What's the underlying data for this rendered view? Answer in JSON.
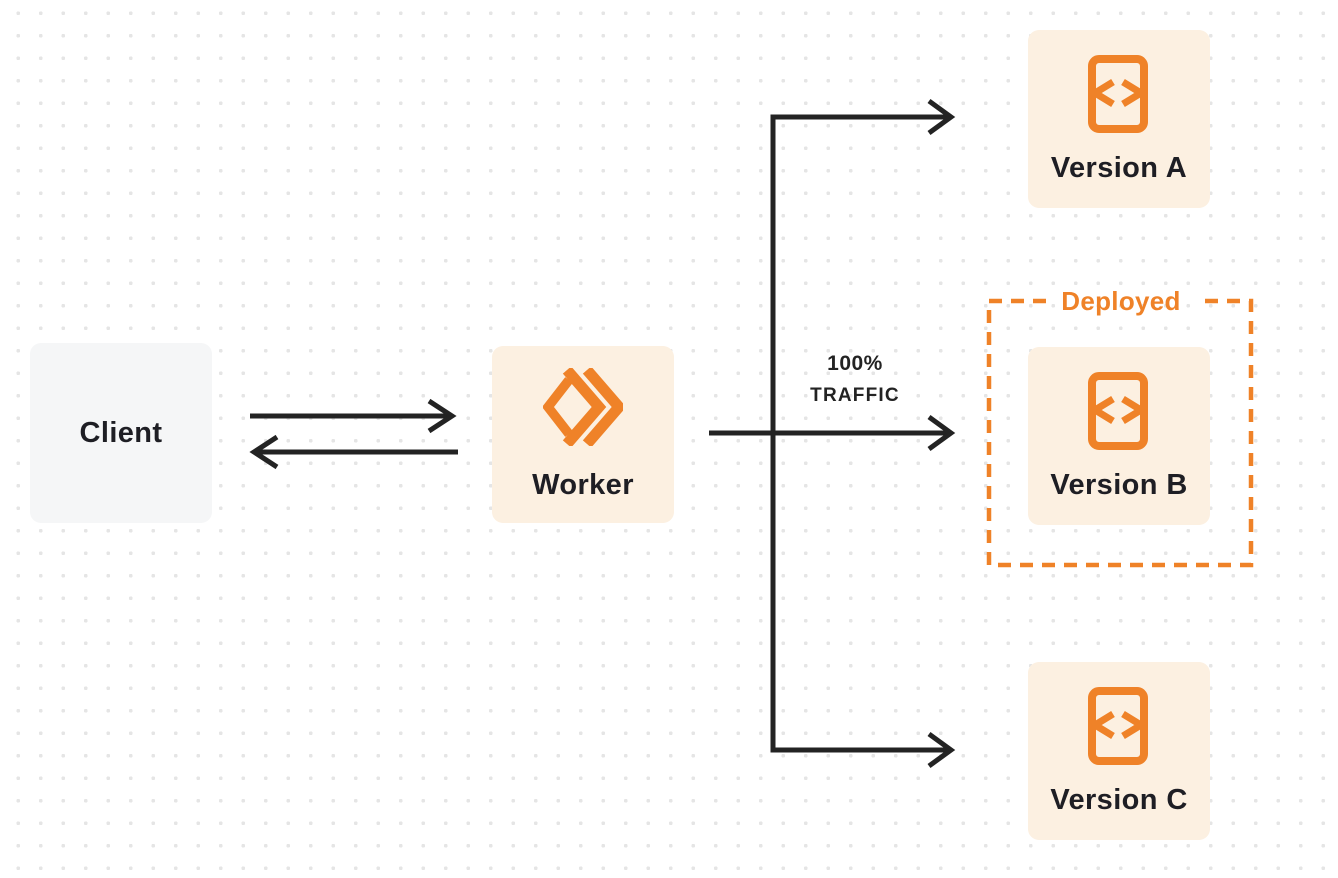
{
  "diagram": {
    "title_hint": "worker-version-traffic-routing",
    "client": {
      "label": "Client"
    },
    "worker": {
      "label": "Worker",
      "icon": "cloudflare-workers-icon"
    },
    "traffic_label": {
      "line1": "100%",
      "line2": "TRAFFIC"
    },
    "deployed_group": {
      "label": "Deployed",
      "contains": "Version B"
    },
    "versions": [
      {
        "label": "Version A",
        "icon": "code-file-icon"
      },
      {
        "label": "Version B",
        "icon": "code-file-icon",
        "deployed": true
      },
      {
        "label": "Version C",
        "icon": "code-file-icon"
      }
    ]
  },
  "colors": {
    "background": "#FFFFFF",
    "dot": "#E5E5E5",
    "ink": "#232323",
    "orange": "#EF8228",
    "cream": "#FCF0E1",
    "client_bg": "#F5F6F7"
  }
}
